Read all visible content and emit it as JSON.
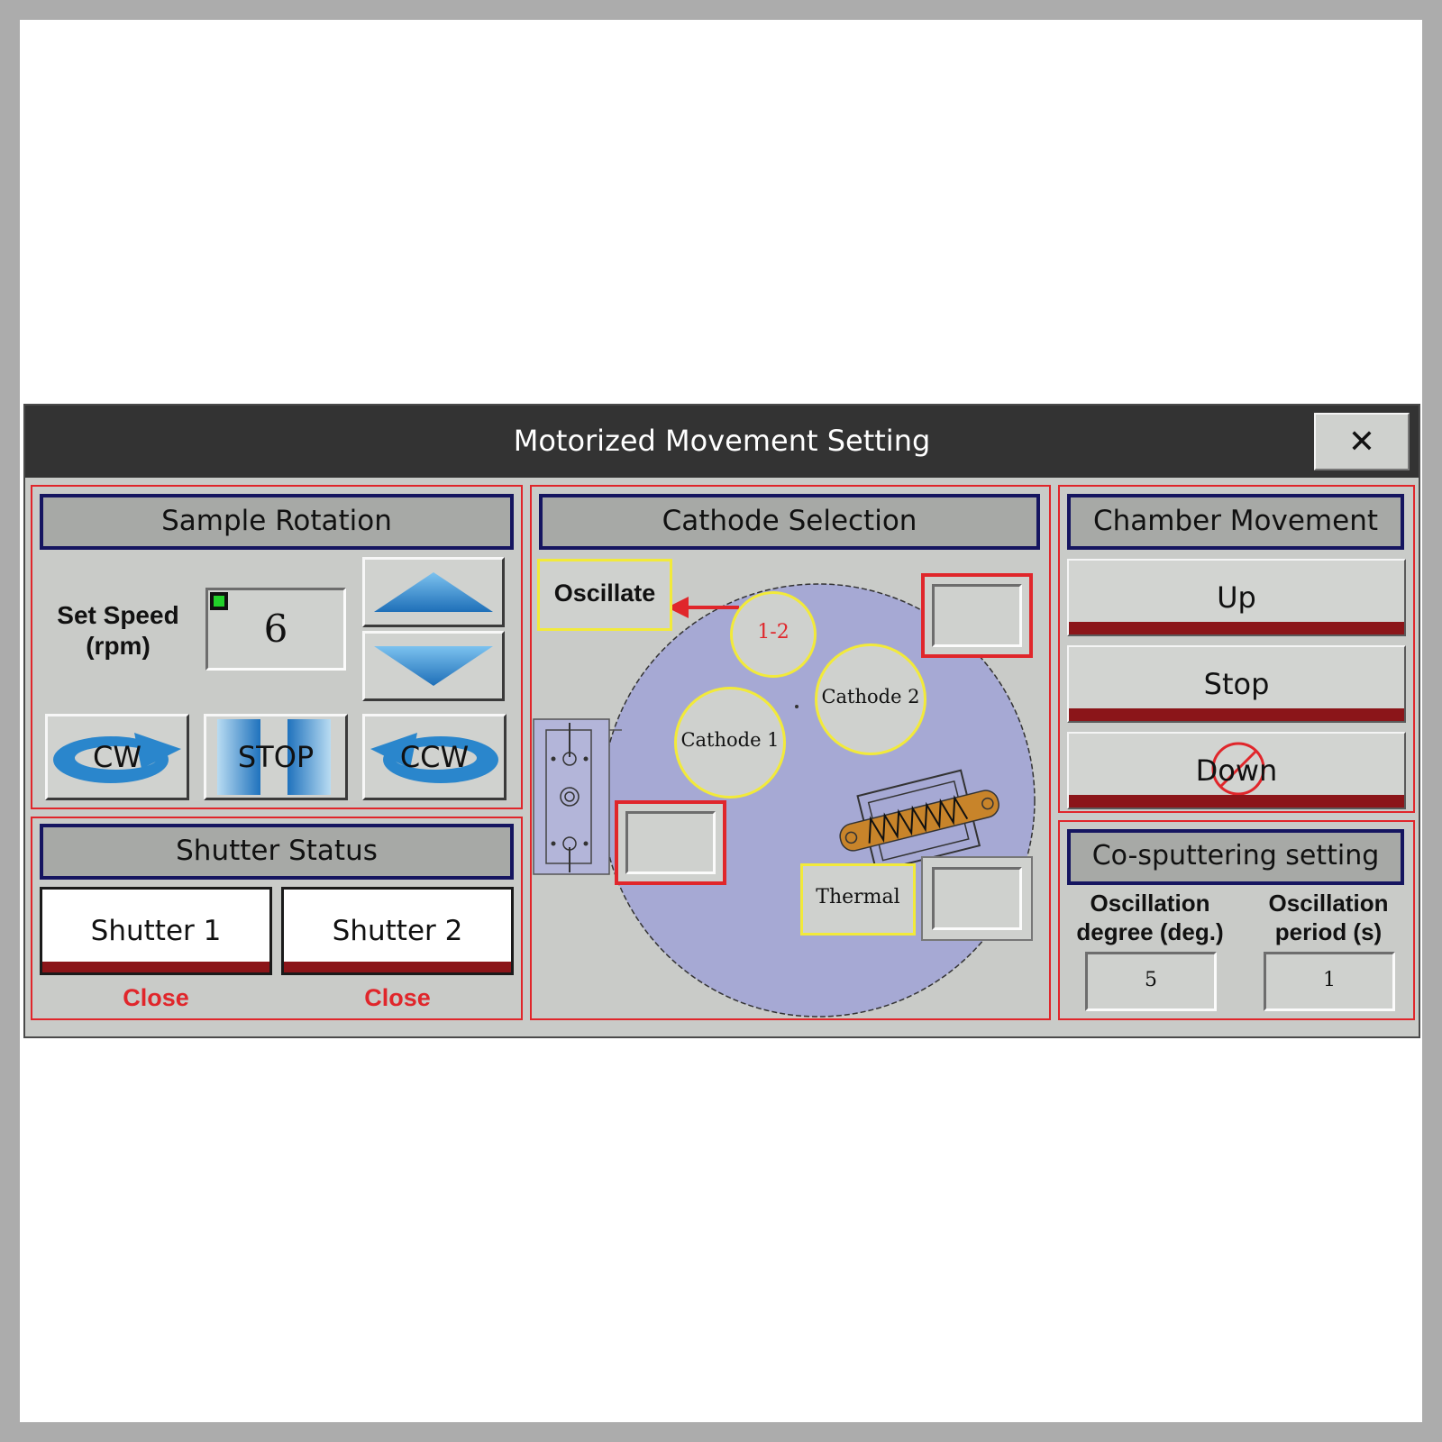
{
  "window": {
    "title": "Motorized Movement Setting",
    "close_label": "✕"
  },
  "sample_rotation": {
    "header": "Sample Rotation",
    "speed_label_line1": "Set Speed",
    "speed_label_line2": "(rpm)",
    "speed_value": "6",
    "cw_label": "CW",
    "stop_label": "STOP",
    "ccw_label": "CCW"
  },
  "shutter_status": {
    "header": "Shutter Status",
    "shutters": [
      {
        "label": "Shutter 1",
        "status": "Close"
      },
      {
        "label": "Shutter 2",
        "status": "Close"
      }
    ]
  },
  "cathode_selection": {
    "header": "Cathode Selection",
    "oscillate_label": "Oscillate",
    "cathode_1_2_label": "1-2",
    "cathode_1_label": "Cathode 1",
    "cathode_2_label": "Cathode 2",
    "thermal_label": "Thermal"
  },
  "chamber_movement": {
    "header": "Chamber Movement",
    "up_label": "Up",
    "stop_label": "Stop",
    "down_label": "Down"
  },
  "cosputtering": {
    "header": "Co-sputtering setting",
    "degree_label_line1": "Oscillation",
    "degree_label_line2": "degree (deg.)",
    "degree_value": "5",
    "period_label_line1": "Oscillation",
    "period_label_line2": "period (s)",
    "period_value": "1"
  },
  "colors": {
    "panel_border": "#e0262b",
    "header_border": "#151560",
    "status_red": "#e0262b",
    "arrow_blue": "#2a86cc",
    "platter": "#a6a9d4",
    "highlight_yellow": "#f2ea3a"
  }
}
